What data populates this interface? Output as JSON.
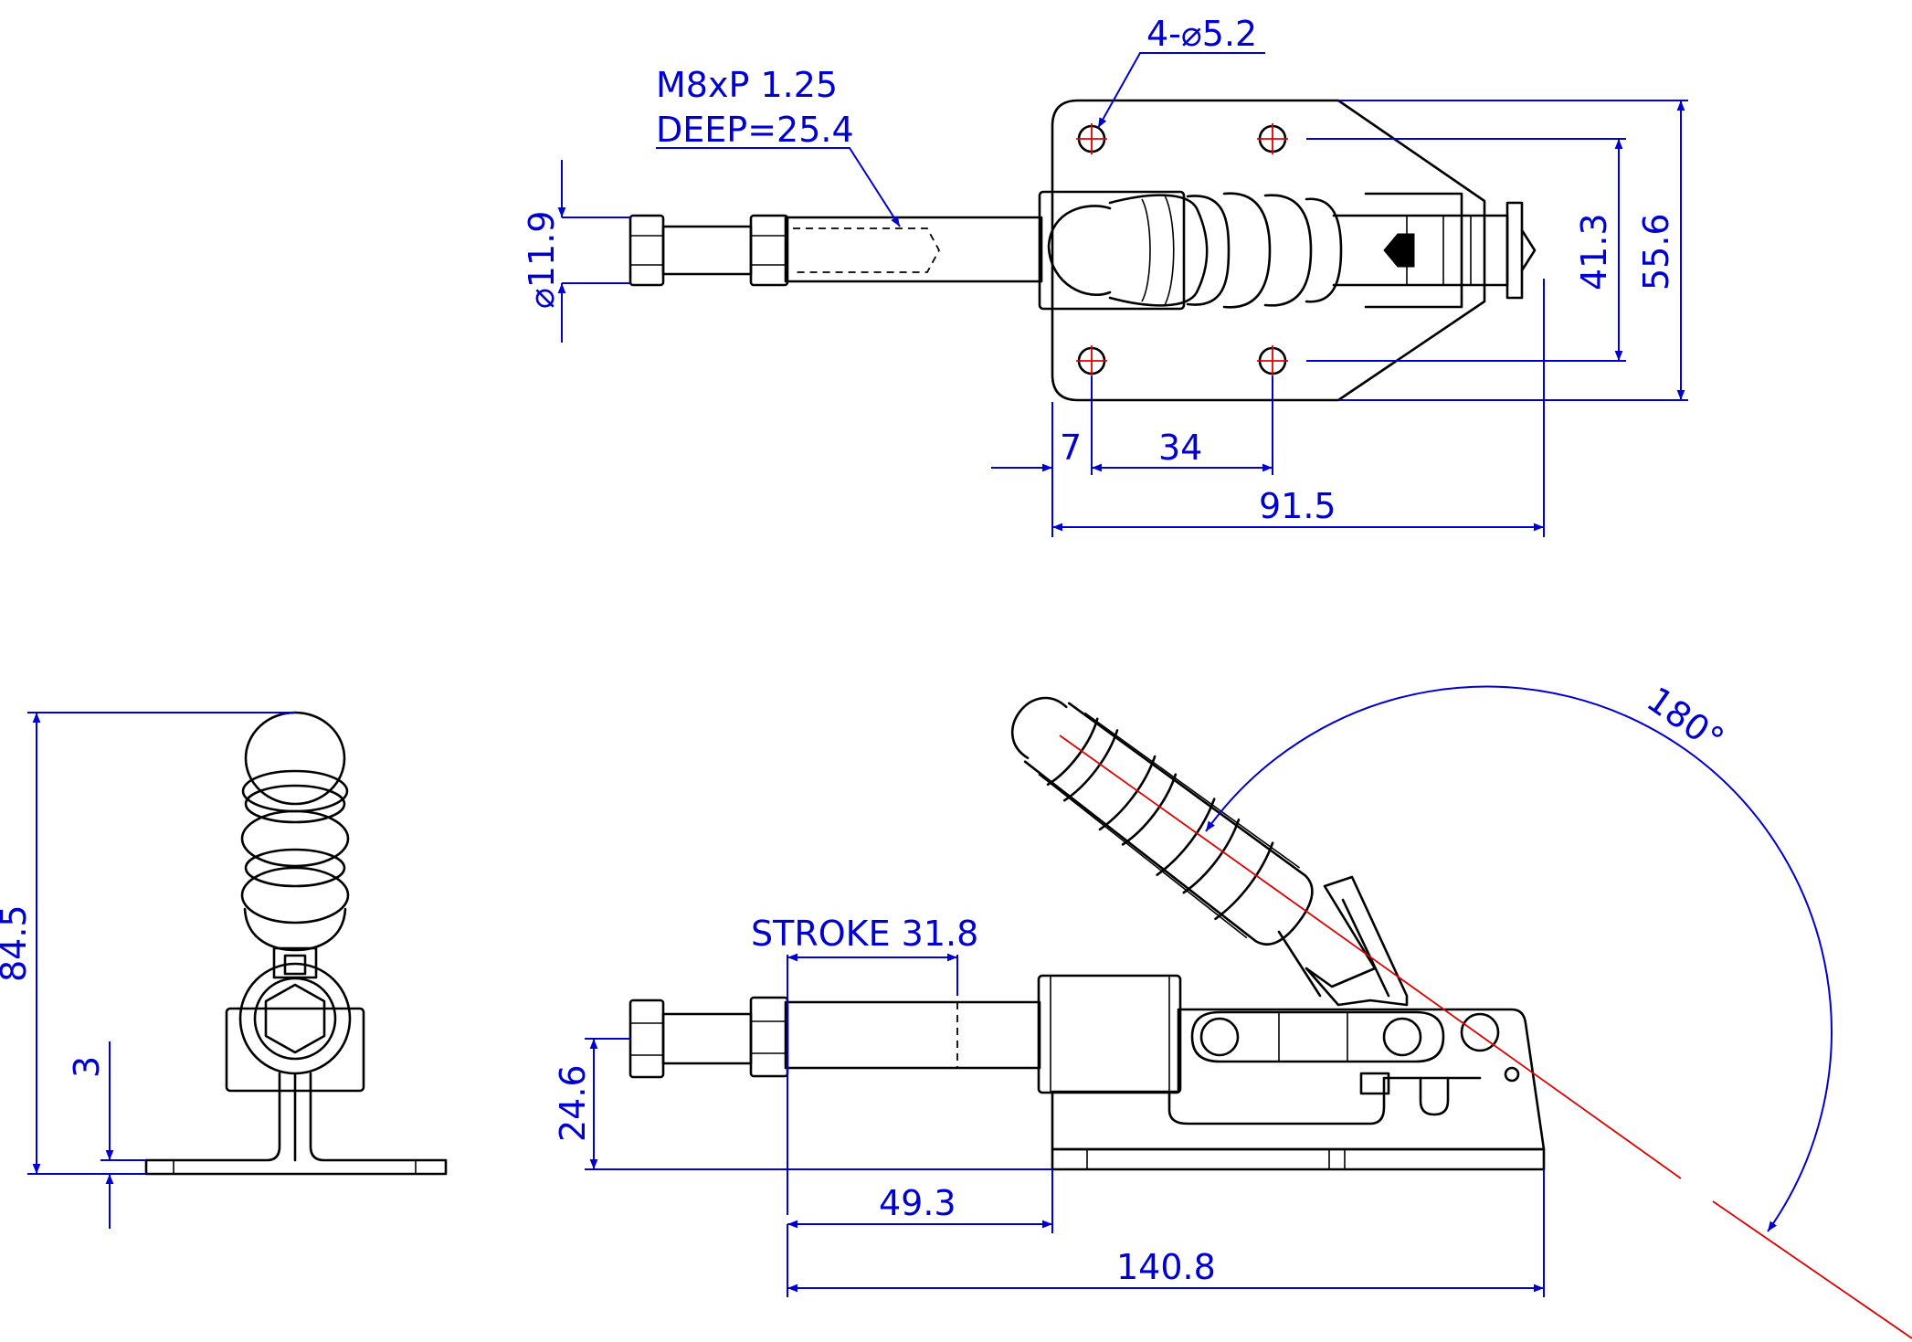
{
  "colors": {
    "dimension": "#0000d0",
    "centerline": "#e00000",
    "part": "#000000",
    "background": "#ffffff"
  },
  "top_view": {
    "hole_callout": "4-⌀5.2",
    "thread_line1": "M8xP 1.25",
    "thread_line2": "DEEP=25.4",
    "dia_plunger": "⌀11.9",
    "dim_7": "7",
    "dim_34": "34",
    "dim_91_5": "91.5",
    "dim_41_3": "41.3",
    "dim_55_6": "55.6"
  },
  "side_view": {
    "dim_84_5": "84.5",
    "dim_3": "3"
  },
  "front_view": {
    "stroke": "STROKE 31.8",
    "angle": "180°",
    "dim_24_6": "24.6",
    "dim_49_3": "49.3",
    "dim_140_8": "140.8"
  }
}
